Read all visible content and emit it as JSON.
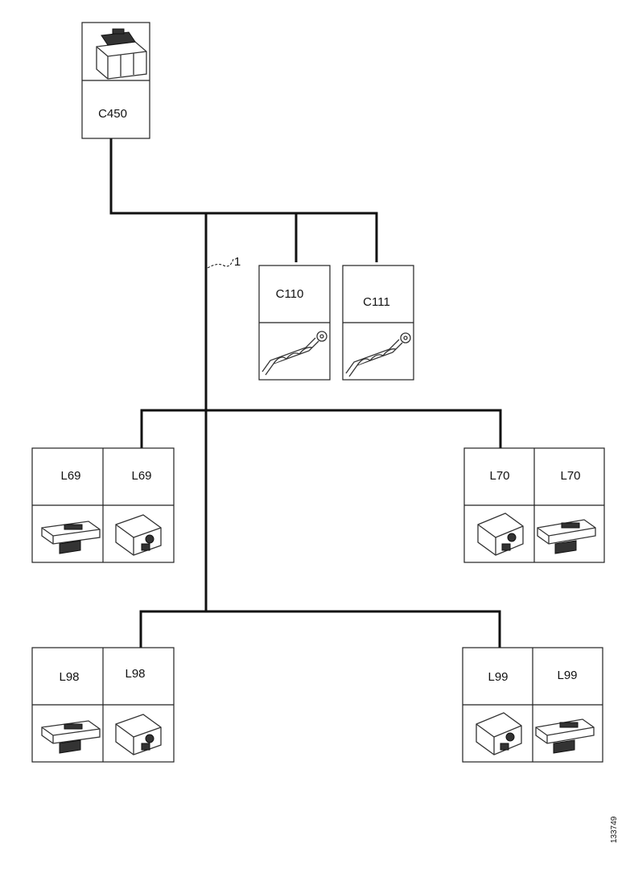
{
  "connectors": {
    "c450": "C450",
    "c110": "C110",
    "c111": "C111",
    "l69_left": "L69",
    "l69_right": "L69",
    "l70_left": "L70",
    "l70_right": "L70",
    "l98_left": "L98",
    "l98_right": "L98",
    "l99_left": "L99",
    "l99_right": "L99"
  },
  "wire_label": "1",
  "figure_ref": "133749"
}
